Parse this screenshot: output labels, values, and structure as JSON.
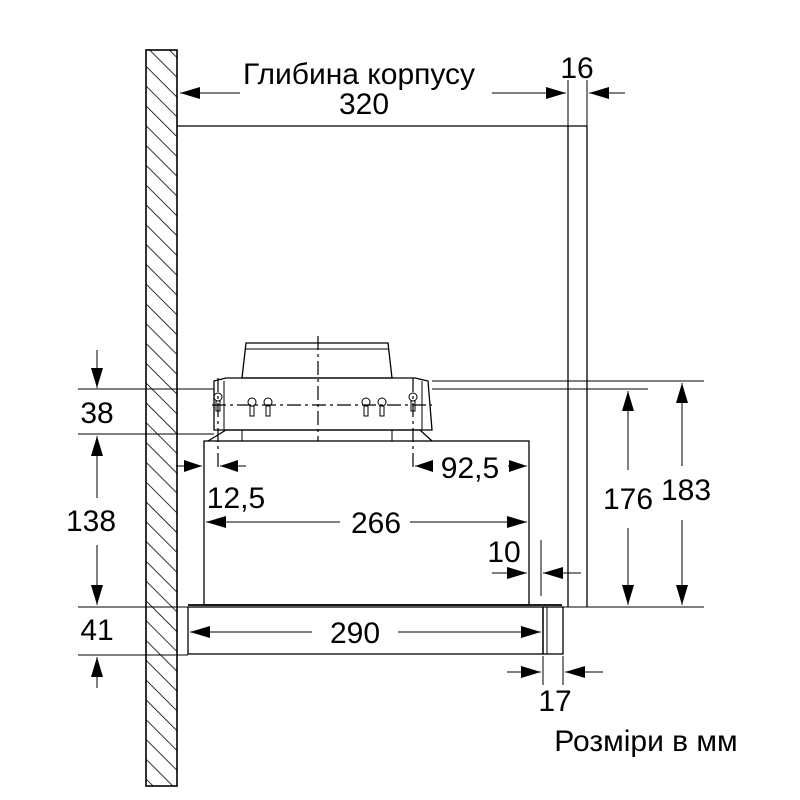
{
  "labels": {
    "cabinet_depth": "Глибина корпусу",
    "depth_value": "320",
    "panel_thickness": "16",
    "top_part_height": "38",
    "body_height": "138",
    "bottom_part_height": "41",
    "offset_left": "12,5",
    "offset_right": "92,5",
    "body_width": "266",
    "gap": "10",
    "total_height_inner": "176",
    "total_height_outer": "183",
    "front_width": "290",
    "front_thickness": "17",
    "units_note": "Розміри в мм"
  }
}
